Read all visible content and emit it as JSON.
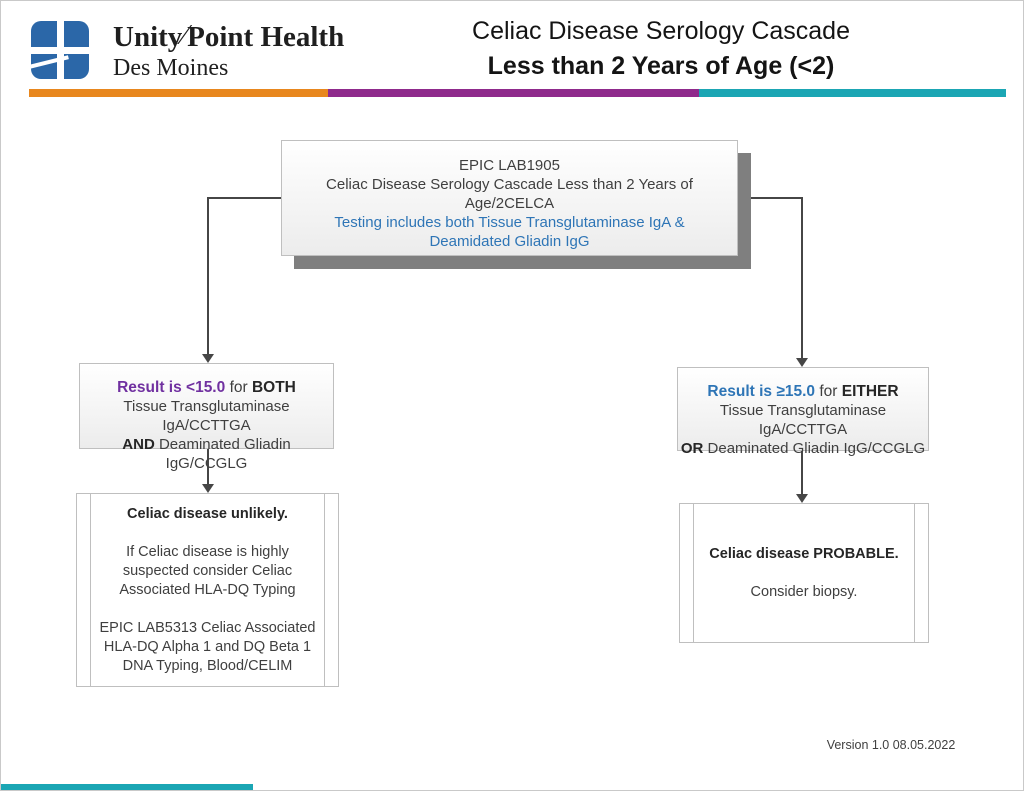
{
  "header": {
    "logo": {
      "org_part1": "Unity",
      "org_slash": "⁄",
      "org_part2": "Point Health",
      "region": "Des Moines"
    },
    "title_line1": "Celiac Disease Serology Cascade",
    "title_line2": "Less than 2 Years of Age (<2)"
  },
  "brand_colors": {
    "logo_blue": "#2b67a8",
    "bar_orange": "#e8871e",
    "bar_purple": "#8f2a8c",
    "bar_teal": "#1ba6b4",
    "accent_blue_text": "#2e75b6",
    "accent_purple_text": "#7030a0"
  },
  "flowchart": {
    "root": {
      "line1": "EPIC LAB1905",
      "line2": "Celiac Disease Serology Cascade Less than 2 Years of Age/2CELCA",
      "note": "Testing includes both Tissue Transglutaminase IgA & Deamidated Gliadin IgG"
    },
    "left_condition": {
      "result": "Result is <15.0",
      "for_text": "for",
      "qualifier": "BOTH",
      "line2": "Tissue Transglutaminase IgA/CCTTGA",
      "conjunction": "AND",
      "line3": "Deaminated Gliadin IgG/CCGLG"
    },
    "right_condition": {
      "result": "Result is ≥15.0",
      "for_text": "for",
      "qualifier": "EITHER",
      "line2": "Tissue Transglutaminase IgA/CCTTGA",
      "conjunction": "OR",
      "line3": "Deaminated Gliadin IgG/CCGLG"
    },
    "left_outcome": {
      "heading": "Celiac disease unlikely.",
      "para1": "If Celiac disease is highly suspected consider Celiac Associated HLA-DQ Typing",
      "para2": "EPIC LAB5313 Celiac Associated HLA-DQ Alpha 1 and DQ Beta 1 DNA Typing, Blood/CELIM"
    },
    "right_outcome": {
      "heading": "Celiac disease PROBABLE.",
      "para1": "Consider biopsy."
    }
  },
  "footer": {
    "version": "Version 1.0 08.05.2022"
  }
}
